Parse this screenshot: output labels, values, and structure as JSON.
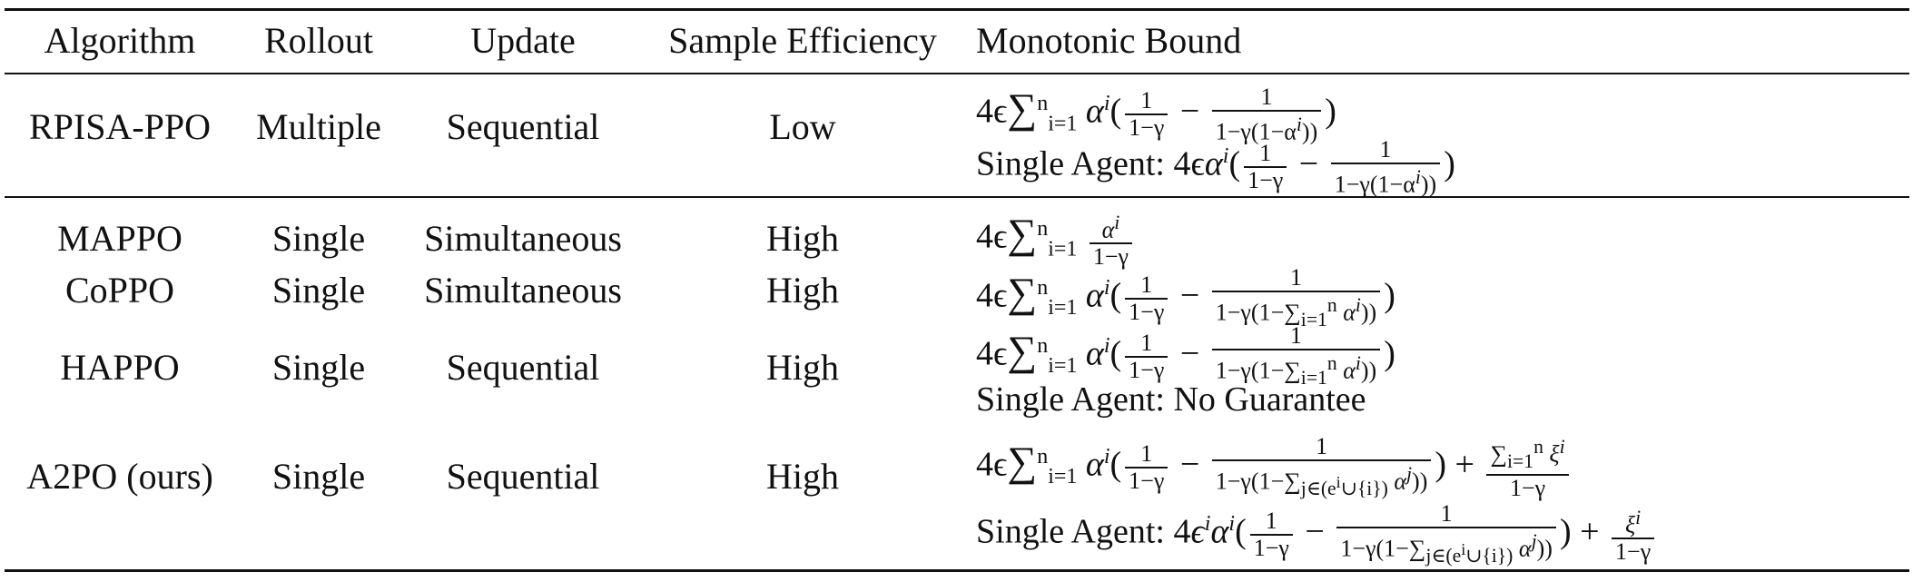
{
  "header": {
    "algorithm": "Algorithm",
    "rollout": "Rollout",
    "update": "Update",
    "sample_efficiency": "Sample Efficiency",
    "monotonic_bound": "Monotonic Bound"
  },
  "rows": [
    {
      "algorithm": "RPISA-PPO",
      "rollout": "Multiple",
      "update": "Sequential",
      "efficiency": "Low",
      "bound_lines": [
        "4ϵ ∑_{i=1}^{n} α^i(1/(1−γ) − 1/(1−γ(1−α^i)))",
        "Single Agent: 4ϵα^i(1/(1−γ) − 1/(1−γ(1−α^i)))"
      ]
    },
    {
      "algorithm": "MAPPO",
      "rollout": "Single",
      "update": "Simultaneous",
      "efficiency": "High",
      "bound_lines": [
        "4ϵ ∑_{i=1}^{n} α^i/(1−γ)"
      ]
    },
    {
      "algorithm": "CoPPO",
      "rollout": "Single",
      "update": "Simultaneous",
      "efficiency": "High",
      "bound_lines": [
        "4ϵ ∑_{i=1}^{n} α^i(1/(1−γ) − 1/(1−γ(1−∑_{i=1}^{n} α^i)))"
      ]
    },
    {
      "algorithm": "HAPPO",
      "rollout": "Single",
      "update": "Sequential",
      "efficiency": "High",
      "bound_lines": [
        "4ϵ ∑_{i=1}^{n} α^i(1/(1−γ) − 1/(1−γ(1−∑_{i=1}^{n} α^i)))",
        "Single Agent: No Guarantee"
      ]
    },
    {
      "algorithm": "A2PO (ours)",
      "rollout": "Single",
      "update": "Sequential",
      "efficiency": "High",
      "bound_lines": [
        "4ϵ ∑_{i=1}^{n} α^i(1/(1−γ) − 1/(1−γ(1−∑_{j∈(e^i∪{i})} α^j))) + ∑_{i=1}^{n} ξ^i/(1−γ)",
        "Single Agent: 4ϵ^iα^i(1/(1−γ) − 1/(1−γ(1−∑_{j∈(e^i∪{i})} α^j))) + ξ^i/(1−γ)"
      ]
    }
  ],
  "math": {
    "four_eps": "4ϵ",
    "sum": "∑",
    "i_eq_1": "i=1",
    "n": "n",
    "alpha": "α",
    "sup_i": "i",
    "one": "1",
    "one_minus_gamma": "1−γ",
    "minus": "−",
    "den_alpha": "1−γ(1−α",
    "paren_close": ")",
    "paren_open": "(",
    "single_agent": "Single Agent: ",
    "no_guarantee": "Single Agent: No Guarantee",
    "den_sum_prefix": "1−γ(1−",
    "j_set": "j∈(e",
    "j_set_tail": "∪{i})",
    "alpha_j": "α",
    "sup_j": "j",
    "plus": "+",
    "xi": "ξ",
    "eps": "ϵ"
  }
}
